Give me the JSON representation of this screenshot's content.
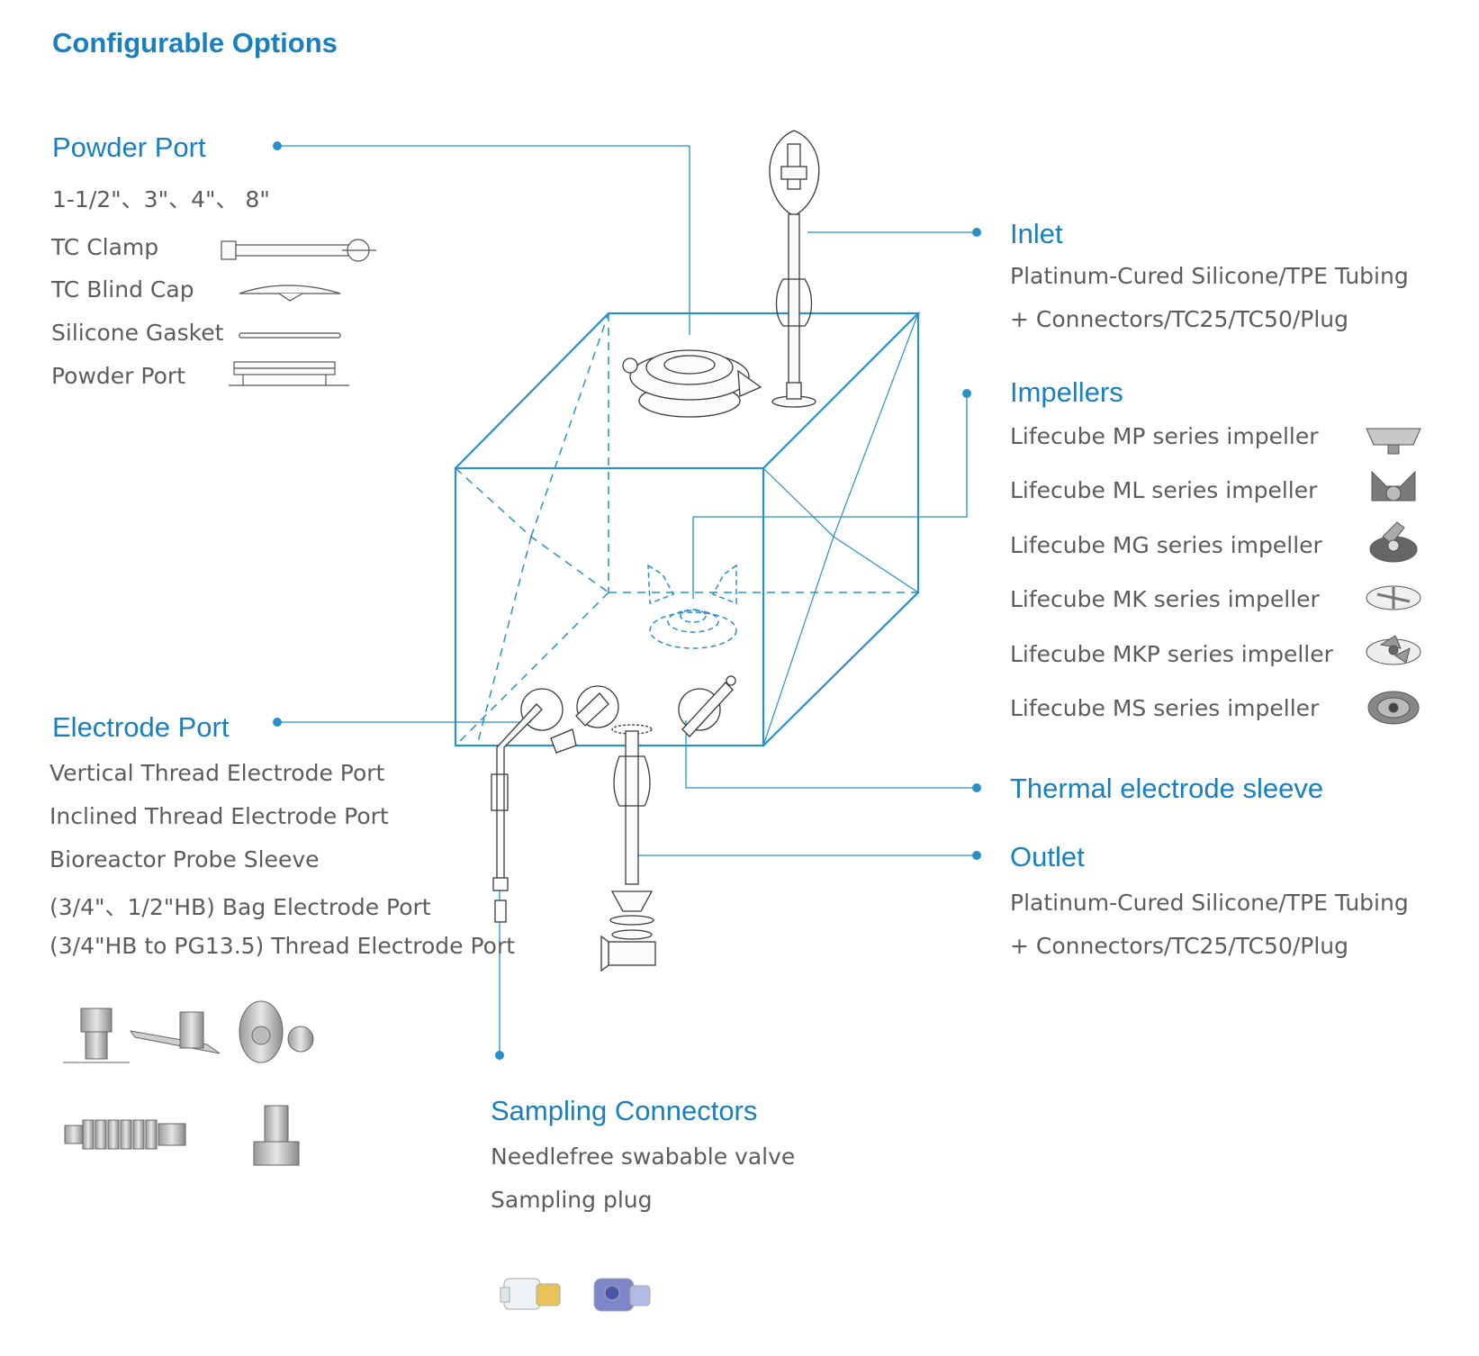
{
  "title": "Configurable Options",
  "powder_port": {
    "heading": "Powder Port",
    "sizes": "1-1/2\"、3\"、4\"、 8\"",
    "parts": [
      "TC Clamp",
      "TC Blind Cap",
      "Silicone Gasket",
      "Powder Port"
    ]
  },
  "electrode_port": {
    "heading": "Electrode Port",
    "items": [
      "Vertical Thread Electrode Port",
      "Inclined Thread Electrode Port",
      "Bioreactor Probe Sleeve",
      "(3/4\"、1/2\"HB)  Bag Electrode Port",
      "(3/4\"HB to PG13.5) Thread Electrode Port"
    ]
  },
  "inlet": {
    "heading": "Inlet",
    "lines": [
      "Platinum-Cured Silicone/TPE Tubing",
      "+ Connectors/TC25/TC50/Plug"
    ]
  },
  "impellers": {
    "heading": "Impellers",
    "items": [
      "Lifecube MP series impeller",
      "Lifecube ML series impeller",
      "Lifecube MG series impeller",
      "Lifecube MK series impeller",
      "Lifecube MKP series impeller",
      "Lifecube MS series impeller"
    ]
  },
  "thermal": {
    "heading": "Thermal electrode sleeve"
  },
  "outlet": {
    "heading": "Outlet",
    "lines": [
      "Platinum-Cured Silicone/TPE Tubing",
      "+ Connectors/TC25/TC50/Plug"
    ]
  },
  "sampling": {
    "heading": "Sampling Connectors",
    "items": [
      "Needlefree swabable valve",
      "Sampling plug"
    ]
  },
  "colors": {
    "accent": "#1a7fbf",
    "line": "#2b8fc9",
    "text": "#5c5c5c"
  }
}
